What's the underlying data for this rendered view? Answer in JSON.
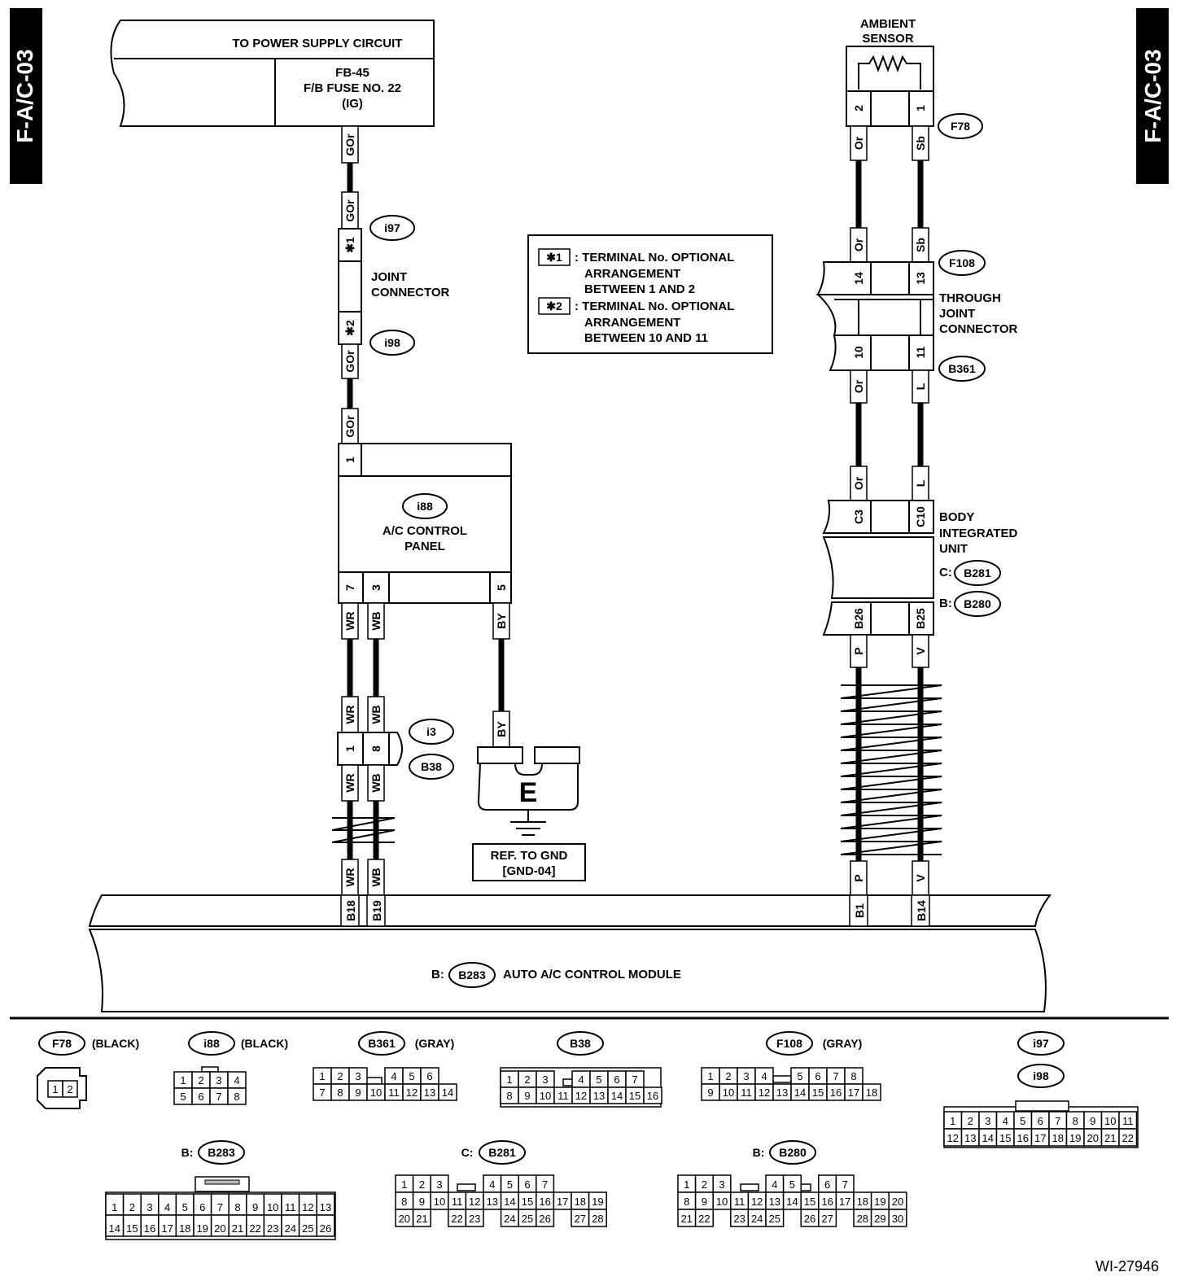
{
  "page_tags": {
    "left": "F-A/C-03",
    "right": "F-A/C-03"
  },
  "figure_id": "WI-27946",
  "power": {
    "title": "TO POWER SUPPLY CIRCUIT",
    "fuse_line1": "FB-45",
    "fuse_line2": "F/B FUSE NO. 22",
    "fuse_line3": "(IG)"
  },
  "ambient": {
    "line1": "AMBIENT",
    "line2": "SENSOR"
  },
  "joint": {
    "line1": "JOINT",
    "line2": "CONNECTOR"
  },
  "through": {
    "line1": "THROUGH",
    "line2": "JOINT",
    "line3": "CONNECTOR"
  },
  "biu": {
    "line1": "BODY",
    "line2": "INTEGRATED",
    "line3": "UNIT",
    "c_prefix": "C:",
    "b_prefix": "B:"
  },
  "acpanel": {
    "line1": "A/C CONTROL",
    "line2": "PANEL"
  },
  "notes": {
    "n1": {
      "mark": "✱1",
      "l1": ": TERMINAL No. OPTIONAL",
      "l2": "ARRANGEMENT",
      "l3": "BETWEEN 1 AND 2"
    },
    "n2": {
      "mark": "✱2",
      "l1": ": TERMINAL No. OPTIONAL",
      "l2": "ARRANGEMENT",
      "l3": "BETWEEN 10 AND 11"
    }
  },
  "ground": {
    "letter": "E",
    "ref1": "REF. TO GND",
    "ref2": "[GND-04]"
  },
  "module": {
    "prefix": "B:",
    "connector": "B283",
    "label": "AUTO A/C CONTROL MODULE"
  },
  "connectors": {
    "i97": "i97",
    "i98": "i98",
    "F78": "F78",
    "F108": "F108",
    "B361": "B361",
    "B281": "B281",
    "B280": "B280",
    "i88": "i88",
    "i3": "i3",
    "B38": "B38"
  },
  "wire_colors": {
    "GOr": "GOr",
    "Or": "Or",
    "Sb": "Sb",
    "L": "L",
    "WR": "WR",
    "WB": "WB",
    "BY": "BY",
    "P": "P",
    "V": "V"
  },
  "terminals": {
    "t1": "1",
    "t2": "2",
    "t3": "3",
    "t5": "5",
    "t7": "7",
    "t8": "8",
    "t10": "10",
    "t11": "11",
    "t13": "13",
    "t14": "14",
    "s1": "✱1",
    "s2": "✱2",
    "C3": "C3",
    "C10": "C10",
    "B26": "B26",
    "B25": "B25",
    "B18": "B18",
    "B19": "B19",
    "B1": "B1",
    "B14": "B14"
  },
  "legend": {
    "f78": {
      "name": "F78",
      "color": "(BLACK)",
      "pins": [
        "1",
        "2"
      ]
    },
    "i88": {
      "name": "i88",
      "color": "(BLACK)",
      "rows": [
        [
          "1",
          "2",
          "3",
          "4"
        ],
        [
          "5",
          "6",
          "7",
          "8"
        ]
      ]
    },
    "b361": {
      "name": "B361",
      "color": "(GRAY)",
      "rows": [
        [
          "1",
          "2",
          "3",
          "",
          "4",
          "5",
          "6"
        ],
        [
          "7",
          "8",
          "9",
          "10",
          "11",
          "12",
          "13",
          "14"
        ]
      ]
    },
    "b38": {
      "name": "B38",
      "color": "",
      "rows": [
        [
          "1",
          "2",
          "3",
          "",
          "4",
          "5",
          "6",
          "7"
        ],
        [
          "8",
          "9",
          "10",
          "11",
          "12",
          "13",
          "14",
          "15",
          "16"
        ]
      ]
    },
    "f108": {
      "name": "F108",
      "color": "(GRAY)",
      "rows": [
        [
          "1",
          "2",
          "3",
          "4",
          "",
          "5",
          "6",
          "7",
          "8"
        ],
        [
          "9",
          "10",
          "11",
          "12",
          "13",
          "14",
          "15",
          "16",
          "17",
          "18"
        ]
      ]
    },
    "i97": {
      "name": "i97"
    },
    "i98": {
      "name": "i98",
      "rows": [
        [
          "1",
          "2",
          "3",
          "4",
          "5",
          "6",
          "7",
          "8",
          "9",
          "10",
          "11"
        ],
        [
          "12",
          "13",
          "14",
          "15",
          "16",
          "17",
          "18",
          "19",
          "20",
          "21",
          "22"
        ]
      ]
    },
    "b283": {
      "prefix": "B:",
      "name": "B283",
      "rows": [
        [
          "1",
          "2",
          "3",
          "4",
          "5",
          "6",
          "7",
          "8",
          "9",
          "10",
          "11",
          "12",
          "13"
        ],
        [
          "14",
          "15",
          "16",
          "17",
          "18",
          "19",
          "20",
          "21",
          "22",
          "23",
          "24",
          "25",
          "26"
        ]
      ]
    },
    "b281": {
      "prefix": "C:",
      "name": "B281",
      "rows": [
        [
          "1",
          "2",
          "3",
          "",
          "",
          "4",
          "5",
          "6",
          "7"
        ],
        [
          "8",
          "9",
          "10",
          "11",
          "12",
          "13",
          "14",
          "15",
          "16",
          "17",
          "18",
          "19"
        ],
        [
          "20",
          "21",
          "",
          "22",
          "23",
          "",
          "24",
          "25",
          "26",
          "",
          "27",
          "28"
        ]
      ]
    },
    "b280": {
      "prefix": "B:",
      "name": "B280",
      "rows": [
        [
          "1",
          "2",
          "3",
          "",
          "",
          "4",
          "5",
          "",
          "6",
          "7"
        ],
        [
          "8",
          "9",
          "10",
          "11",
          "12",
          "13",
          "14",
          "15",
          "16",
          "17",
          "18",
          "19",
          "20"
        ],
        [
          "21",
          "22",
          "",
          "23",
          "24",
          "25",
          "",
          "26",
          "27",
          "",
          "28",
          "29",
          "30"
        ]
      ]
    }
  }
}
